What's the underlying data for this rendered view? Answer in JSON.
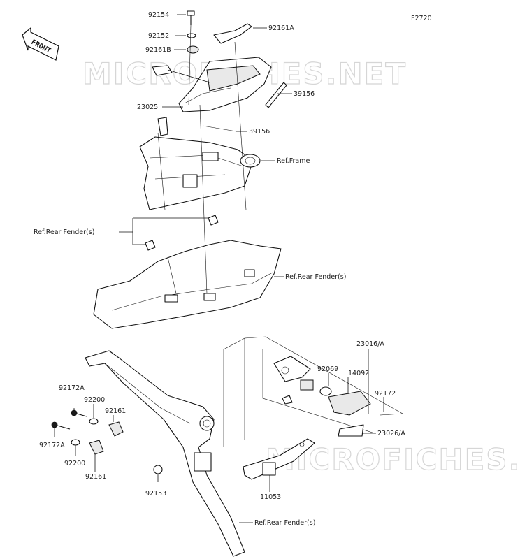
{
  "diagram": {
    "id": "F2720",
    "watermark": "MICROFICHES.NET",
    "front_label": "FRONT",
    "labels": {
      "p92154": "92154",
      "p92152": "92152",
      "p92161B": "92161B",
      "p92161A": "92161A",
      "p39156a": "39156",
      "p23025": "23025",
      "p39156b": "39156",
      "refFrame": "Ref.Frame",
      "refFender1": "Ref.Rear Fender(s)",
      "refFender2": "Ref.Rear Fender(s)",
      "refFender3": "Ref.Rear Fender(s)",
      "p23016A": "23016/A",
      "p92069": "92069",
      "p14092": "14092",
      "p92172": "92172",
      "p23026A": "23026/A",
      "p92172Aa": "92172A",
      "p92200a": "92200",
      "p92161a": "92161",
      "p92172Ab": "92172A",
      "p92200b": "92200",
      "p92161b": "92161",
      "p92153": "92153",
      "p11053": "11053"
    }
  }
}
